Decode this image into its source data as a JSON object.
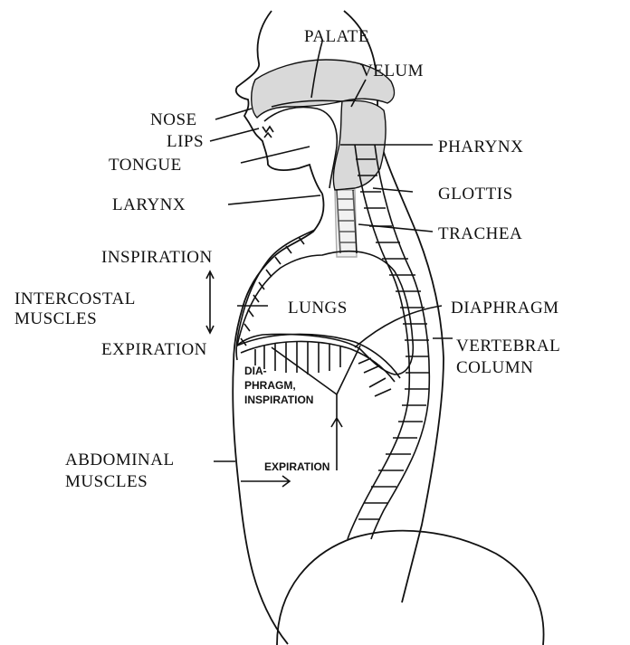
{
  "labels": {
    "palate": "PALATE",
    "velum": "VELUM",
    "nose": "NOSE",
    "lips": "LIPS",
    "tongue": "TONGUE",
    "pharynx": "PHARYNX",
    "larynx": "LARYNX",
    "glottis": "GLOTTIS",
    "trachea": "TRACHEA",
    "inspiration": "INSPIRATION",
    "intercostal": "INTERCOSTAL",
    "muscles1": "MUSCLES",
    "lungs": "LUNGS",
    "diaphragm": "DIAPHRAGM",
    "expiration": "EXPIRATION",
    "vertebral": "VERTEBRAL",
    "column": "COLUMN",
    "dia1": "DIA-",
    "dia2": "PHRAGM,",
    "dia3": "INSPIRATION",
    "abdominal": "ABDOMINAL",
    "muscles2": "MUSCLES",
    "expiration2": "EXPIRATION"
  }
}
